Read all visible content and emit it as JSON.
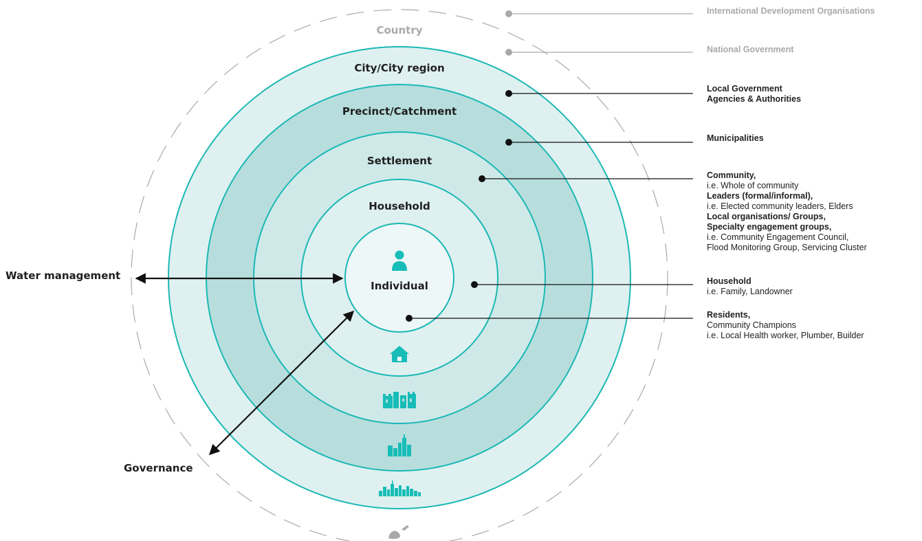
{
  "colors": {
    "ring_stroke": "#1bb8b4",
    "fill_light": "#dff0f0",
    "fill_mid": "#cfe9e9",
    "fill_dark": "#b7dedd",
    "center_fill": "#eef7f7",
    "icon": "#18bdb8",
    "connector": "#111111",
    "grey": "#a9a9a9"
  },
  "rings": {
    "country": "Country",
    "city_region": "City/City region",
    "precinct": "Precinct/Catchment",
    "settlement": "Settlement",
    "household": "Household",
    "individual": "Individual"
  },
  "axes": {
    "water_management": "Water management",
    "governance": "Governance"
  },
  "icons": [
    "person-icon",
    "house-icon",
    "settlement-icon",
    "city-icon",
    "skyline-icon",
    "country-icon"
  ],
  "stakeholders": {
    "international": "International Development Organisations",
    "national": "National Government",
    "local_gov": {
      "line1": "Local Government",
      "line2": "Agencies & Authorities"
    },
    "municipalities": "Municipalities",
    "community": {
      "l1": "Community,",
      "l2": "i.e. Whole of community",
      "l3": "Leaders (formal/informal),",
      "l4": "i.e. Elected community leaders, Elders",
      "l5": "Local organisations/ Groups,",
      "l6": "Specialty engagement groups,",
      "l7": "i.e. Community Engagement Council,",
      "l8": "Flood Monitoring Group, Servicing Cluster"
    },
    "household": {
      "l1": "Household",
      "l2": "i.e. Family, Landowner"
    },
    "residents": {
      "l1": "Residents,",
      "l2": "Community Champions",
      "l3": "i.e. Local Health worker, Plumber, Builder"
    }
  }
}
